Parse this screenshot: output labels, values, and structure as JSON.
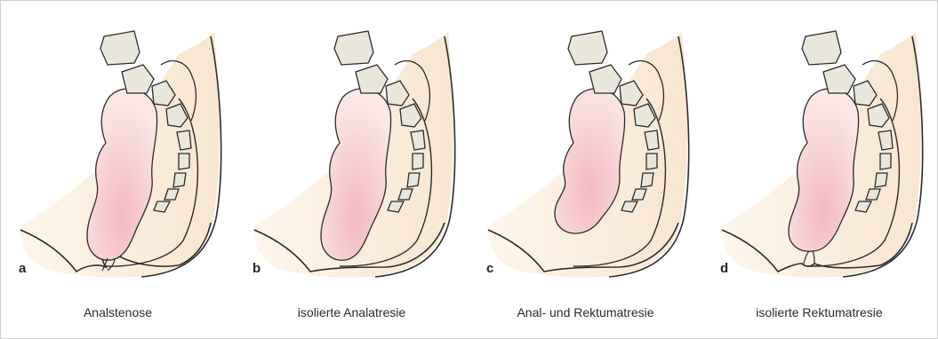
{
  "colors": {
    "bone_fill": "#e9e7dc",
    "outline": "#2b2b2b",
    "body_fill": "#fbeedd",
    "rectum_fill": "#f6cfd2",
    "frame_border": "#cfcfcf"
  },
  "panels": [
    {
      "letter": "a",
      "caption": "Analstenose"
    },
    {
      "letter": "b",
      "caption": "isolierte Analatresie"
    },
    {
      "letter": "c",
      "caption": "Anal- und Rektumatresie"
    },
    {
      "letter": "d",
      "caption": "isolierte Rektumatresie"
    }
  ]
}
